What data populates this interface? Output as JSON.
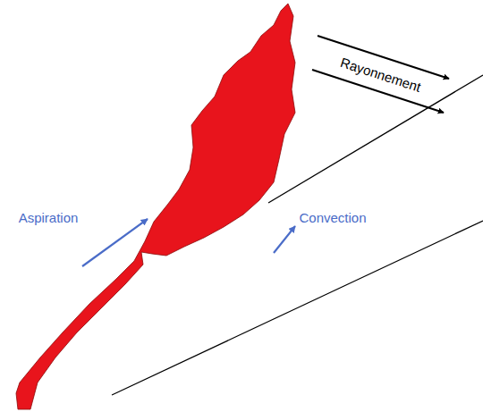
{
  "diagram": {
    "labels": [
      "Rayonnement",
      "Aspiration",
      "Convection"
    ]
  }
}
